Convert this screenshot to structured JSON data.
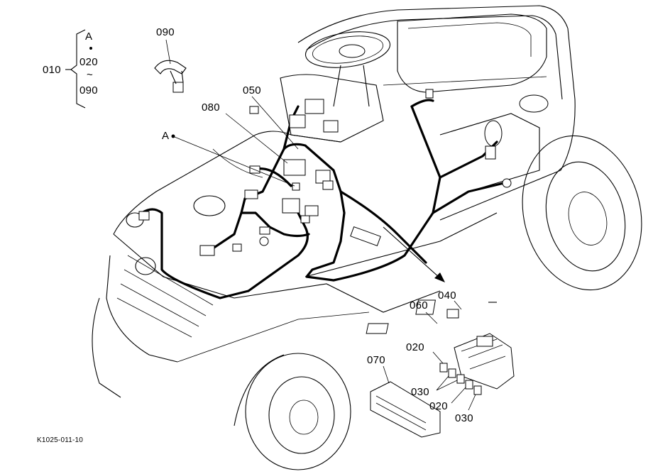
{
  "diagram_id": "K1025-011-10",
  "group": {
    "parent": "010",
    "ref_letter": "A",
    "range_start": "020",
    "range_tilde": "~",
    "range_end": "090"
  },
  "callouts": {
    "p090": "090",
    "p050": "050",
    "p080": "080",
    "marker_a": "A",
    "p060": "060",
    "p040": "040",
    "p020_top": "020",
    "p070": "070",
    "p030_left": "030",
    "p020_bottom": "020",
    "p030_right": "030"
  }
}
